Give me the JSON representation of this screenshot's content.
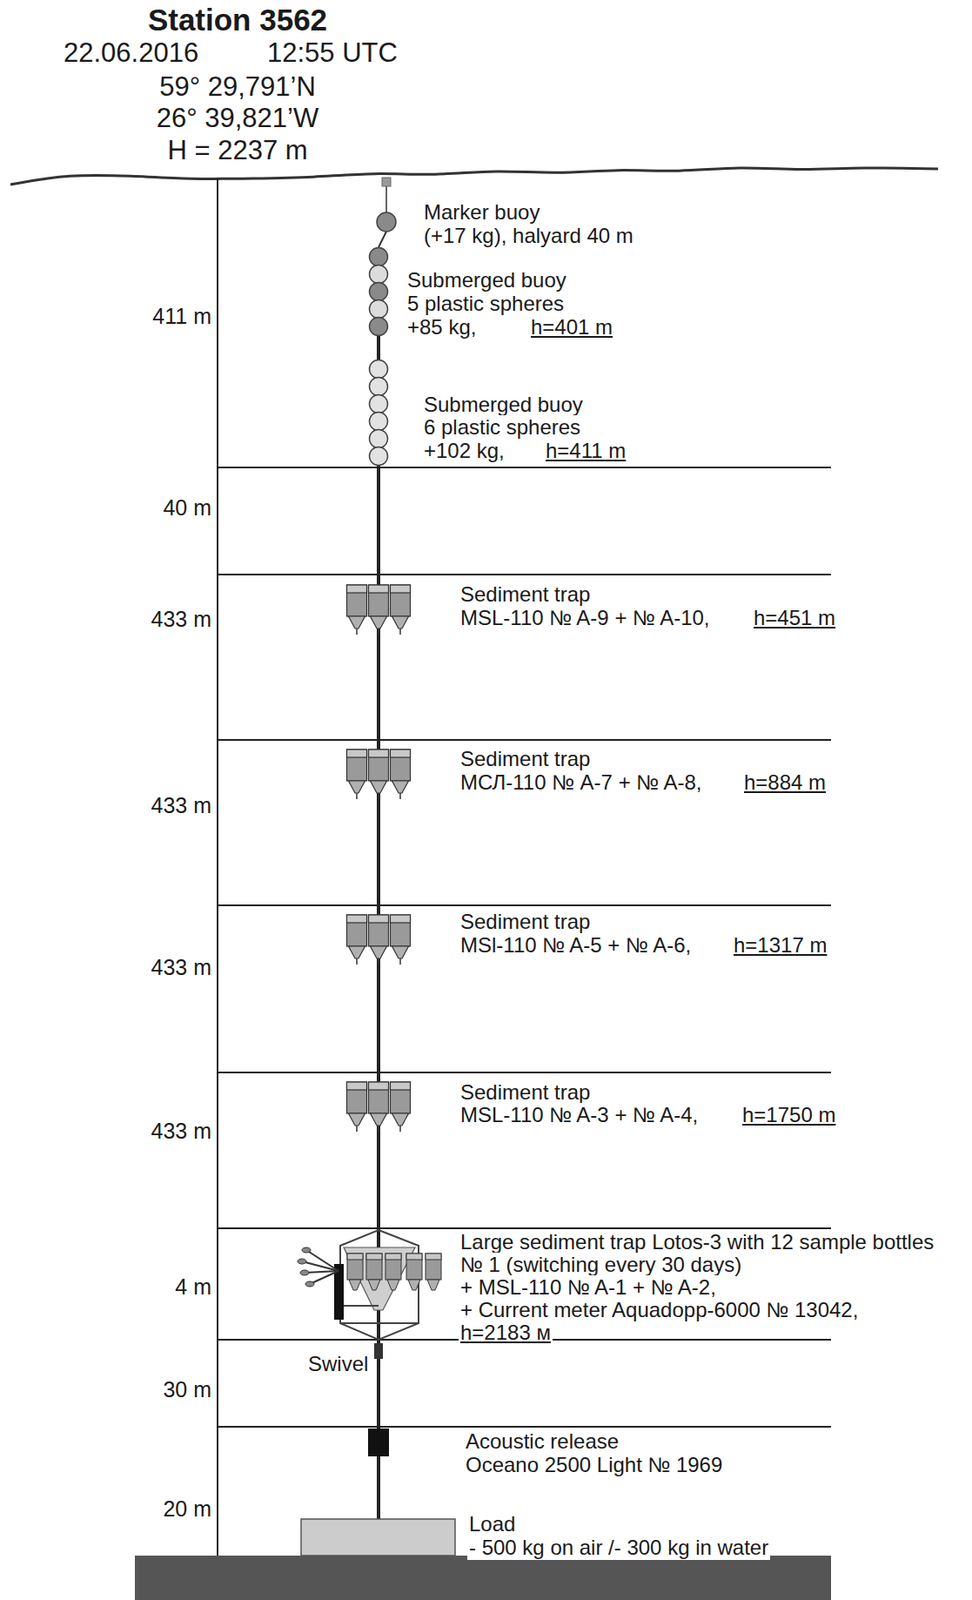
{
  "diagram": {
    "title": "Station 3562",
    "labels": [
      "22.06.2016",
      "12:55 UTC",
      "59° 29,791’N",
      "26° 39,821’W",
      "H = 2237 m",
      "411 m",
      "40 m",
      "433 m",
      "433 m",
      "433 m",
      "433 m",
      "4 m",
      "30 m",
      "20 m",
      "Marker buoy",
      "(+17 kg), halyard 40 m",
      "Submerged buoy",
      "5 plastic spheres",
      "+85 kg,",
      "h=401 m",
      "Submerged buoy",
      "6 plastic spheres",
      "+102 kg,",
      "h=411 m",
      "Sediment trap",
      "MSL-110 № A-9 + № A-10,",
      "h=451 m",
      "Sediment trap",
      "МСЛ-110 № A-7 + № A-8,",
      "h=884 m",
      "Sediment trap",
      "MSl-110 № A-5 + № A-6,",
      "h=1317 m",
      "Sediment trap",
      "MSL-110 № A-3 + № A-4,",
      "h=1750 m",
      "Large sediment trap Lotos-3 with 12 sample bottles",
      "№ 1 (switching every 30 days)",
      "+ MSL-110 № A-1 + № A-2,",
      "+ Current meter Aquadopp-6000 № 13042,",
      "h=2183 м",
      "Swivel",
      "Acoustic release",
      "Oceano 2500 Light № 1969",
      "Load",
      "- 500 kg on air /- 300 kg in water"
    ]
  }
}
